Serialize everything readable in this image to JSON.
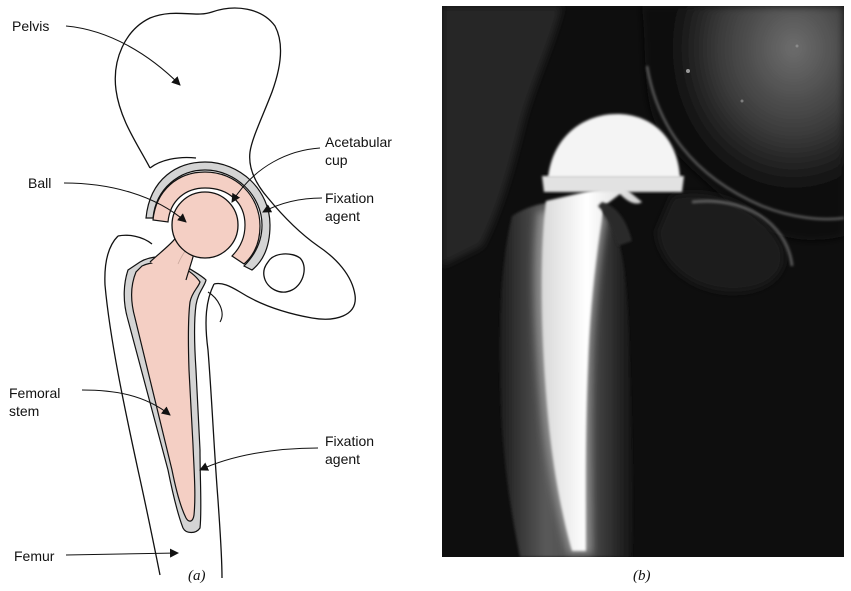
{
  "panel_a": {
    "caption": "(a)",
    "labels": {
      "pelvis": "Pelvis",
      "acetabular_cup": "Acetabular\ncup",
      "ball": "Ball",
      "fixation_agent_top": "Fixation\nagent",
      "femoral_stem": "Femoral\nstem",
      "fixation_agent_bottom": "Fixation\nagent",
      "femur": "Femur"
    },
    "colors": {
      "implant_fill": "#f4cfc4",
      "cement_fill": "#d4d4d4",
      "line": "#111111"
    }
  },
  "panel_b": {
    "caption": "(b)"
  }
}
